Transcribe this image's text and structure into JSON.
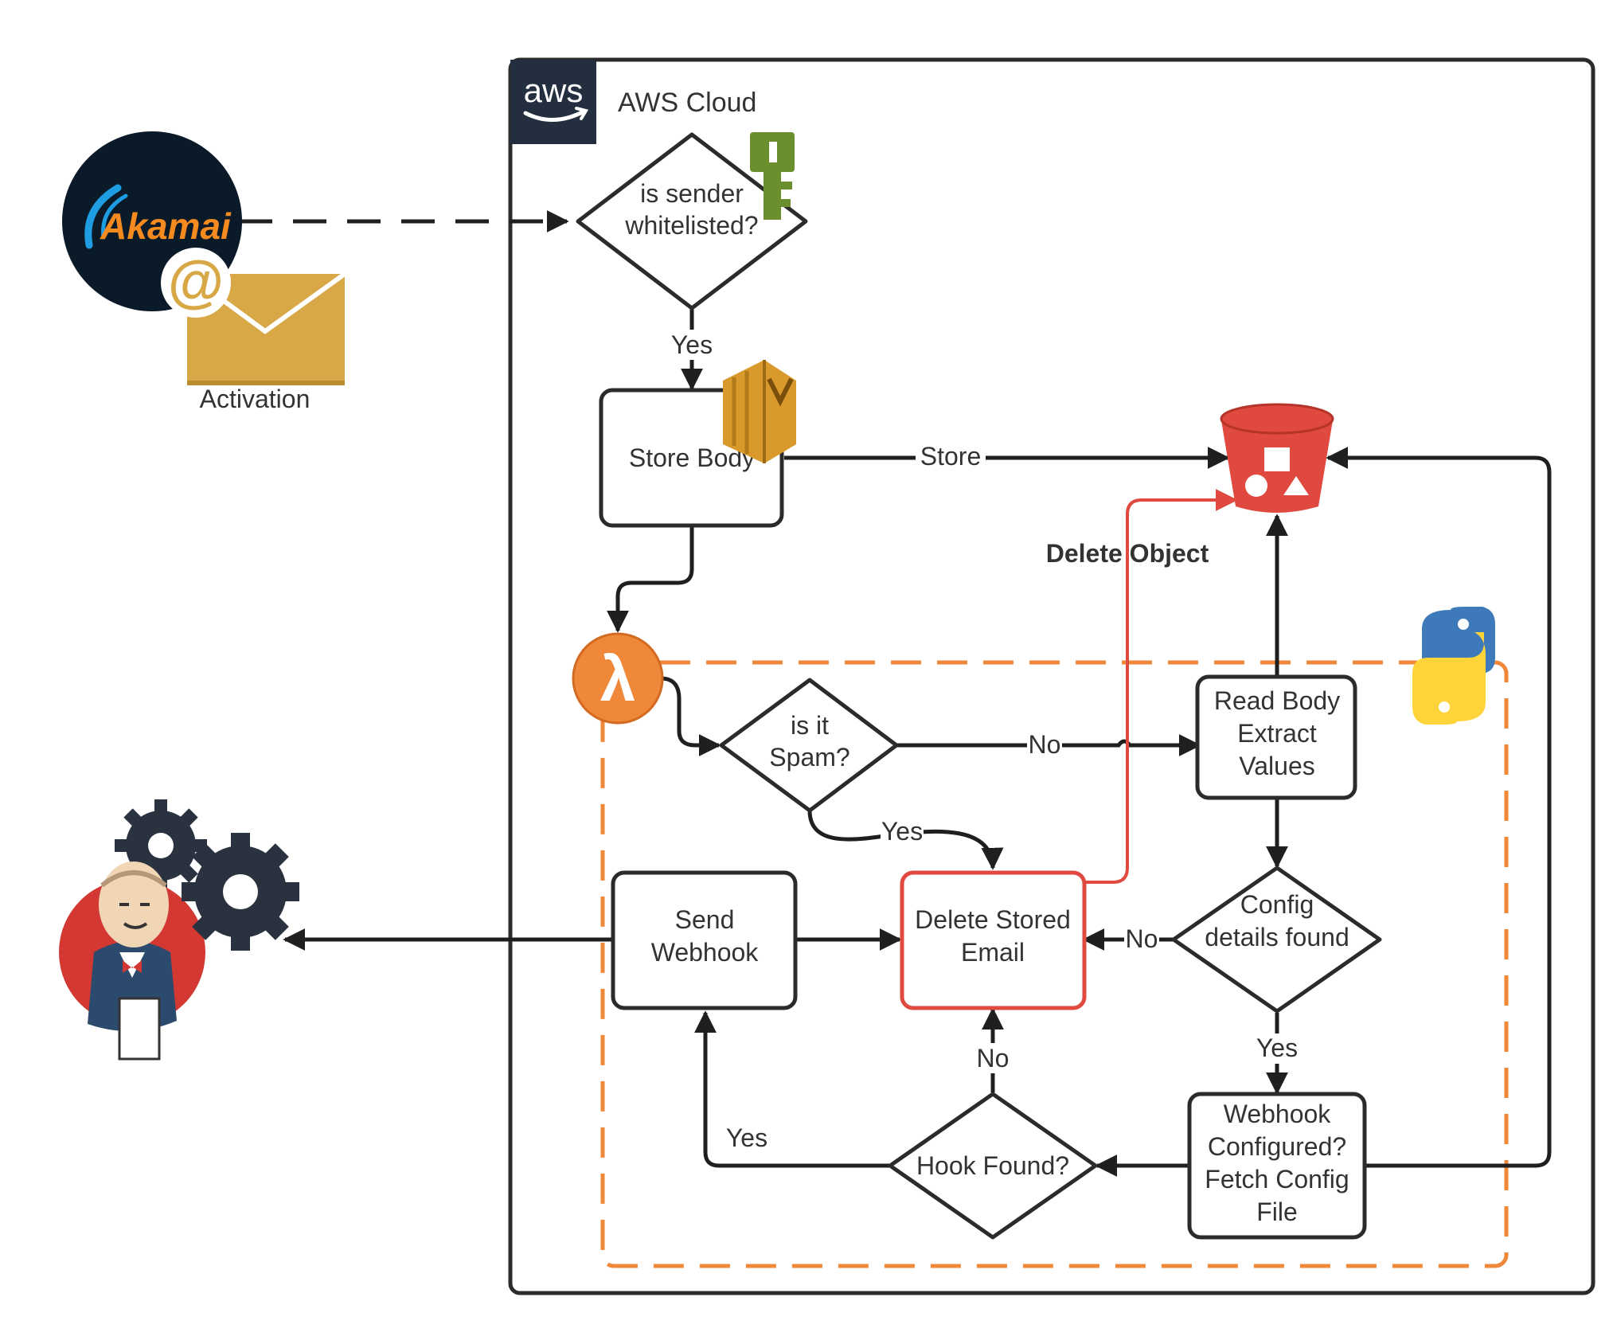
{
  "colors": {
    "line": "#1f1f1f",
    "node_border": "#2b2b2b",
    "delete_red": "#e0493f",
    "lambda_orange": "#f0883a",
    "aws_dark": "#232f3e",
    "jenkins_red": "#d33833",
    "gear_dark": "#2a3240",
    "email_gold": "#d8a847",
    "python_blue": "#3e7ab9",
    "python_yellow": "#ffd43b"
  },
  "icons": {
    "aws_logo": "aws-logo-icon",
    "akamai": "akamai-logo-icon",
    "email": "email-envelope-icon",
    "key": "iam-key-icon",
    "ses": "ses-icon",
    "s3": "s3-bucket-icon",
    "lambda": "lambda-icon",
    "python": "python-logo-icon",
    "jenkins": "jenkins-logo-icon"
  },
  "logos": {
    "aws": "aws",
    "akamai": "Akamai",
    "at": "@",
    "lambda": "λ"
  },
  "aws_cloud": {
    "label": "AWS Cloud"
  },
  "activation": {
    "label": "Activation"
  },
  "nodes": {
    "whitelisted": [
      "is sender",
      "whitelisted?"
    ],
    "store_body": [
      "Store Body"
    ],
    "is_spam": [
      "is it",
      "Spam?"
    ],
    "read_body": [
      "Read Body",
      "Extract",
      "Values"
    ],
    "config_found": [
      "Config",
      "details found"
    ],
    "delete_email": [
      "Delete Stored",
      "Email"
    ],
    "send_webhook": [
      "Send",
      "Webhook"
    ],
    "hook_found": [
      "Hook Found?"
    ],
    "webhook_configured": [
      "Webhook",
      "Configured?",
      "Fetch Config",
      "File"
    ]
  },
  "edges": {
    "whitelisted_yes": "Yes",
    "store": "Store",
    "delete_object": "Delete Object",
    "spam_no": "No",
    "spam_yes": "Yes",
    "config_no": "No",
    "config_yes": "Yes",
    "hook_no": "No",
    "hook_yes": "Yes"
  }
}
